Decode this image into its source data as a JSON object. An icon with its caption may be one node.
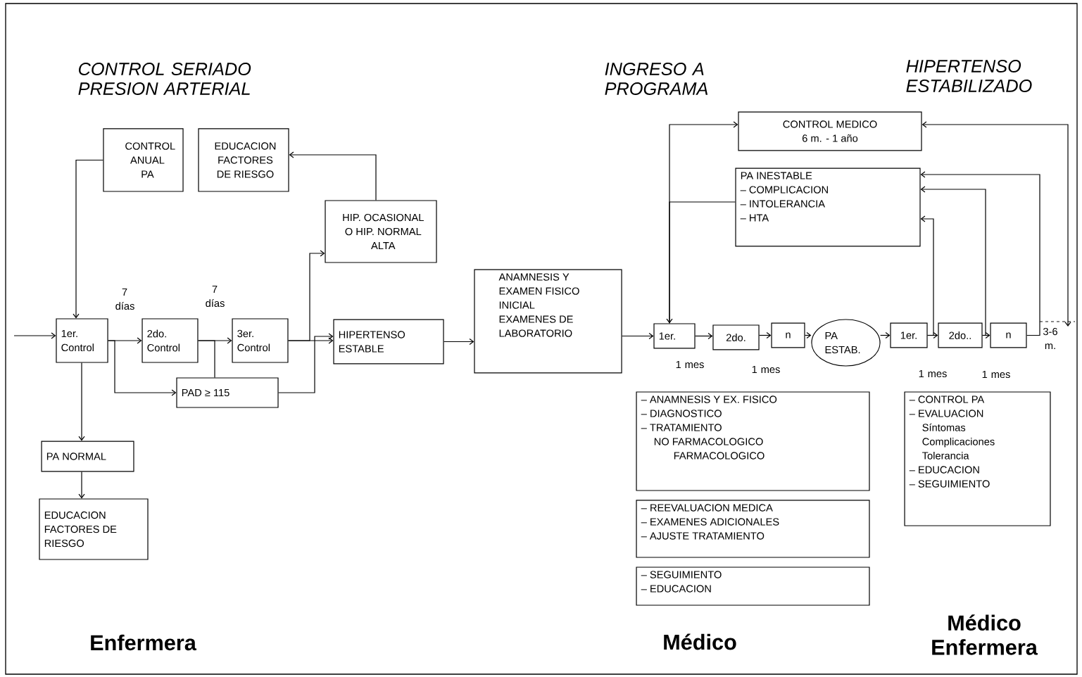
{
  "diagram": {
    "nodes": [
      {
        "text": [
          "CONTROL ANUAL PA"
        ]
      },
      {
        "text": [
          "EDUCACION FACTORES DE RIESGO"
        ]
      },
      {
        "text": [
          "HIP. OCASIONAL O HIP. NORMAL ALTA"
        ]
      },
      {
        "text": [
          "1er. Control"
        ]
      },
      {
        "text": [
          "2do. Control"
        ]
      },
      {
        "text": [
          "3er. Control"
        ]
      },
      {
        "text": [
          "HIPERTENSO ESTABLE"
        ]
      },
      {
        "text": [
          "PAD ≥ 115"
        ]
      },
      {
        "text": [
          "PA NORMAL"
        ]
      },
      {
        "text": [
          "EDUCACION FACTORES DE RIESGO"
        ]
      },
      {
        "text": [
          "ANAMNESIS Y EXAMEN FISICO INICIAL",
          "EXAMENES DE LABORATORIO"
        ]
      },
      {
        "text": [
          "CONTROL MEDICO",
          "6 m. - 1 año"
        ]
      },
      {
        "text": [
          "PA INESTABLE",
          "– COMPLICACION",
          "– INTOLERANCIA",
          "– HTA"
        ]
      },
      {
        "text": [
          "1er."
        ]
      },
      {
        "text": [
          "2do."
        ]
      },
      {
        "text": [
          "n"
        ]
      },
      {
        "text": [
          "PA ESTAB."
        ]
      },
      {
        "text": [
          "1er."
        ]
      },
      {
        "text": [
          "2do.."
        ]
      },
      {
        "text": [
          "n"
        ]
      },
      {
        "text": [
          "3-6 m."
        ]
      },
      {
        "text": [
          "– ANAMNESIS Y EX. FISICO",
          "– DIAGNOSTICO",
          "– TRATAMIENTO",
          "NO FARMACOLOGICO",
          "FARMACOLOGICO"
        ]
      },
      {
        "text": [
          "– REEVALUACION MEDICA",
          "– EXAMENES ADICIONALES",
          "– AJUSTE TRATAMIENTO"
        ]
      },
      {
        "text": [
          "– SEGUIMIENTO",
          "– EDUCACION"
        ]
      },
      {
        "text": [
          "– CONTROL PA",
          "– EVALUACION",
          "Síntomas",
          "Complicaciones",
          "Tolerancia",
          "– EDUCACION",
          "– SEGUIMIENTO"
        ]
      }
    ],
    "edges": [
      {
        "from": null,
        "to": 3,
        "arrow": "to"
      },
      {
        "from": 0,
        "to": 3,
        "arrow": "to"
      },
      {
        "from": 3,
        "to": 4,
        "arrow": "to",
        "label": "7 días"
      },
      {
        "from": 3,
        "to": 7,
        "arrow": "to"
      },
      {
        "from": 4,
        "to": 5,
        "arrow": "to",
        "label": "7 días"
      },
      {
        "from": 4,
        "to": 7,
        "arrow": "none"
      },
      {
        "from": 5,
        "to": 6,
        "arrow": "to"
      },
      {
        "from": 5,
        "to": 2,
        "arrow": "to"
      },
      {
        "from": 7,
        "to": 6,
        "arrow": "to"
      },
      {
        "from": 2,
        "to": 1,
        "arrow": "to"
      },
      {
        "from": 3,
        "to": 8,
        "arrow": "to"
      },
      {
        "from": 8,
        "to": 9,
        "arrow": "to"
      },
      {
        "from": 6,
        "to": 10,
        "arrow": "to"
      },
      {
        "from": 10,
        "to": 13,
        "arrow": "to"
      },
      {
        "from": 13,
        "to": 14,
        "arrow": "to",
        "label": "1 mes"
      },
      {
        "from": 14,
        "to": 15,
        "arrow": "to",
        "label": "1 mes"
      },
      {
        "from": 15,
        "to": 16,
        "arrow": "to"
      },
      {
        "from": 16,
        "to": 17,
        "arrow": "to"
      },
      {
        "from": 17,
        "to": 18,
        "arrow": "to",
        "label": "1 mes"
      },
      {
        "from": 18,
        "to": 19,
        "arrow": "to",
        "label": "1 mes"
      },
      {
        "from": 13,
        "to": 11,
        "arrow": "both"
      },
      {
        "from": 13,
        "to": 12,
        "arrow": "none"
      },
      {
        "from": 17,
        "to": 12,
        "arrow": "to"
      },
      {
        "from": 18,
        "to": 12,
        "arrow": "to"
      },
      {
        "from": 19,
        "to": 12,
        "arrow": "to"
      },
      {
        "from": 11,
        "to": 20,
        "arrow": "both"
      }
    ],
    "labels": [
      "CONTROL SERIADO PRESION ARTERIAL",
      "INGRESO A PROGRAMA",
      "HIPERTENSO ESTABILIZADO",
      "Enfermera",
      "Médico",
      "Médico Enfermera"
    ]
  }
}
